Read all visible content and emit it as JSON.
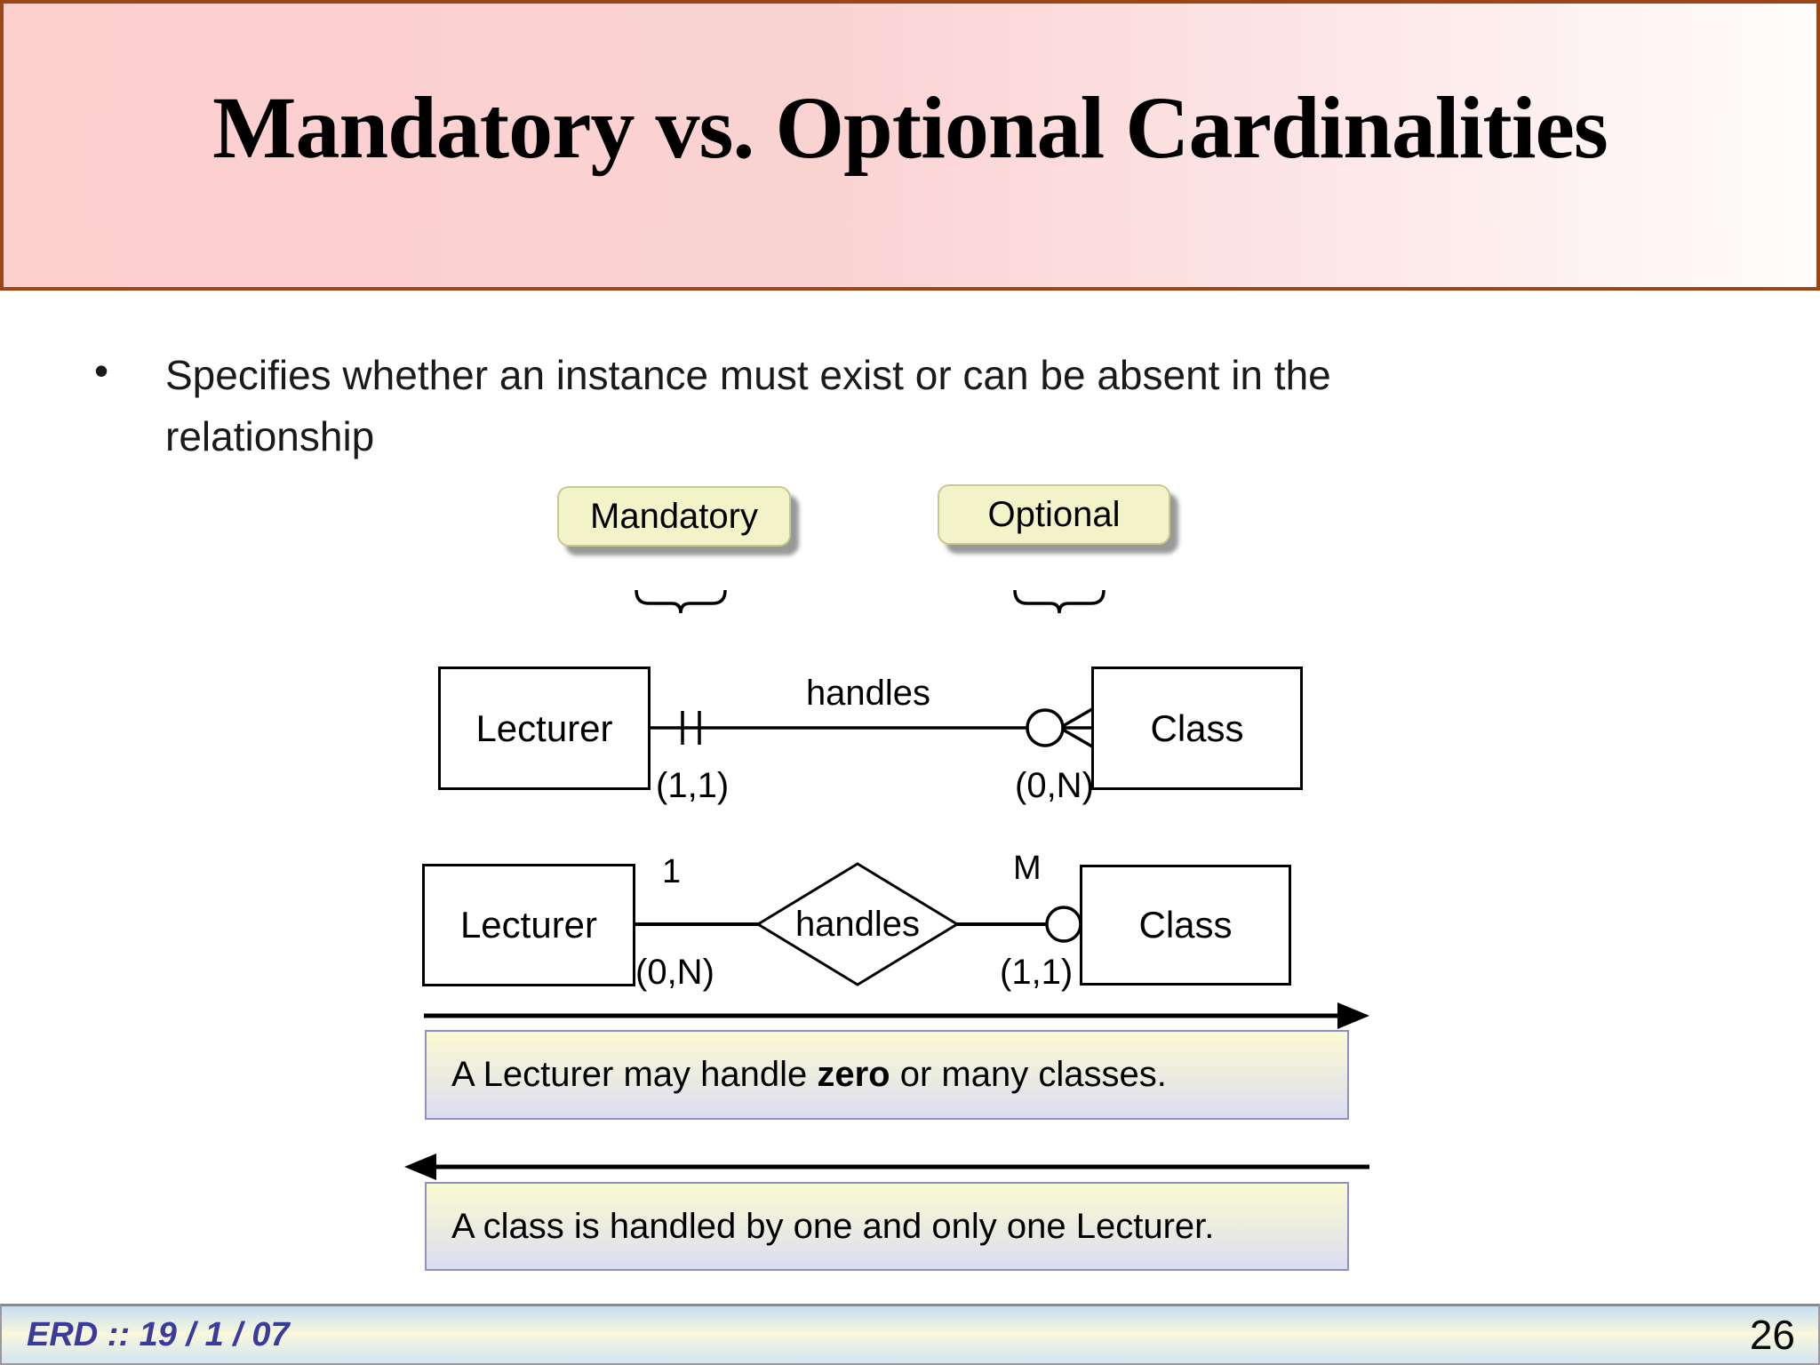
{
  "header": {
    "title": "Mandatory vs. Optional Cardinalities"
  },
  "bullet": {
    "marker": "•",
    "line1": "Specifies whether an instance must exist or can be absent in the",
    "line2": "relationship"
  },
  "chips": {
    "mandatory": "Mandatory",
    "optional": "Optional"
  },
  "diagram1": {
    "left_entity": "Lecturer",
    "relationship": "handles",
    "right_entity": "Class",
    "left_cardinality": "(1,1)",
    "right_cardinality": "(0,N)"
  },
  "diagram2": {
    "left_entity": "Lecturer",
    "relationship": "handles",
    "right_entity": "Class",
    "left_label": "1",
    "right_label": "M",
    "left_cardinality": "(0,N)",
    "right_cardinality": "(1,1)"
  },
  "captions": {
    "forward_pre": "A Lecturer may handle ",
    "forward_bold": "zero",
    "forward_post": " or many classes.",
    "backward": "A class is handled by one and only one Lecturer."
  },
  "footer": {
    "left": "ERD :: 19 / 1 / 07",
    "page": "26"
  },
  "colors": {
    "header_pink": "#fccfcf",
    "header_border": "#9c4516",
    "chip_fill": "#f3f3c9",
    "chip_border": "#c9c98f",
    "caption_border": "#8f8fc5",
    "caption_yellow": "#fafad2",
    "caption_lavender": "#dcdcf2",
    "footer_blue": "#c6ddf1",
    "footer_yellow": "#f8f8dc",
    "footer_text": "#3b3b9d"
  }
}
